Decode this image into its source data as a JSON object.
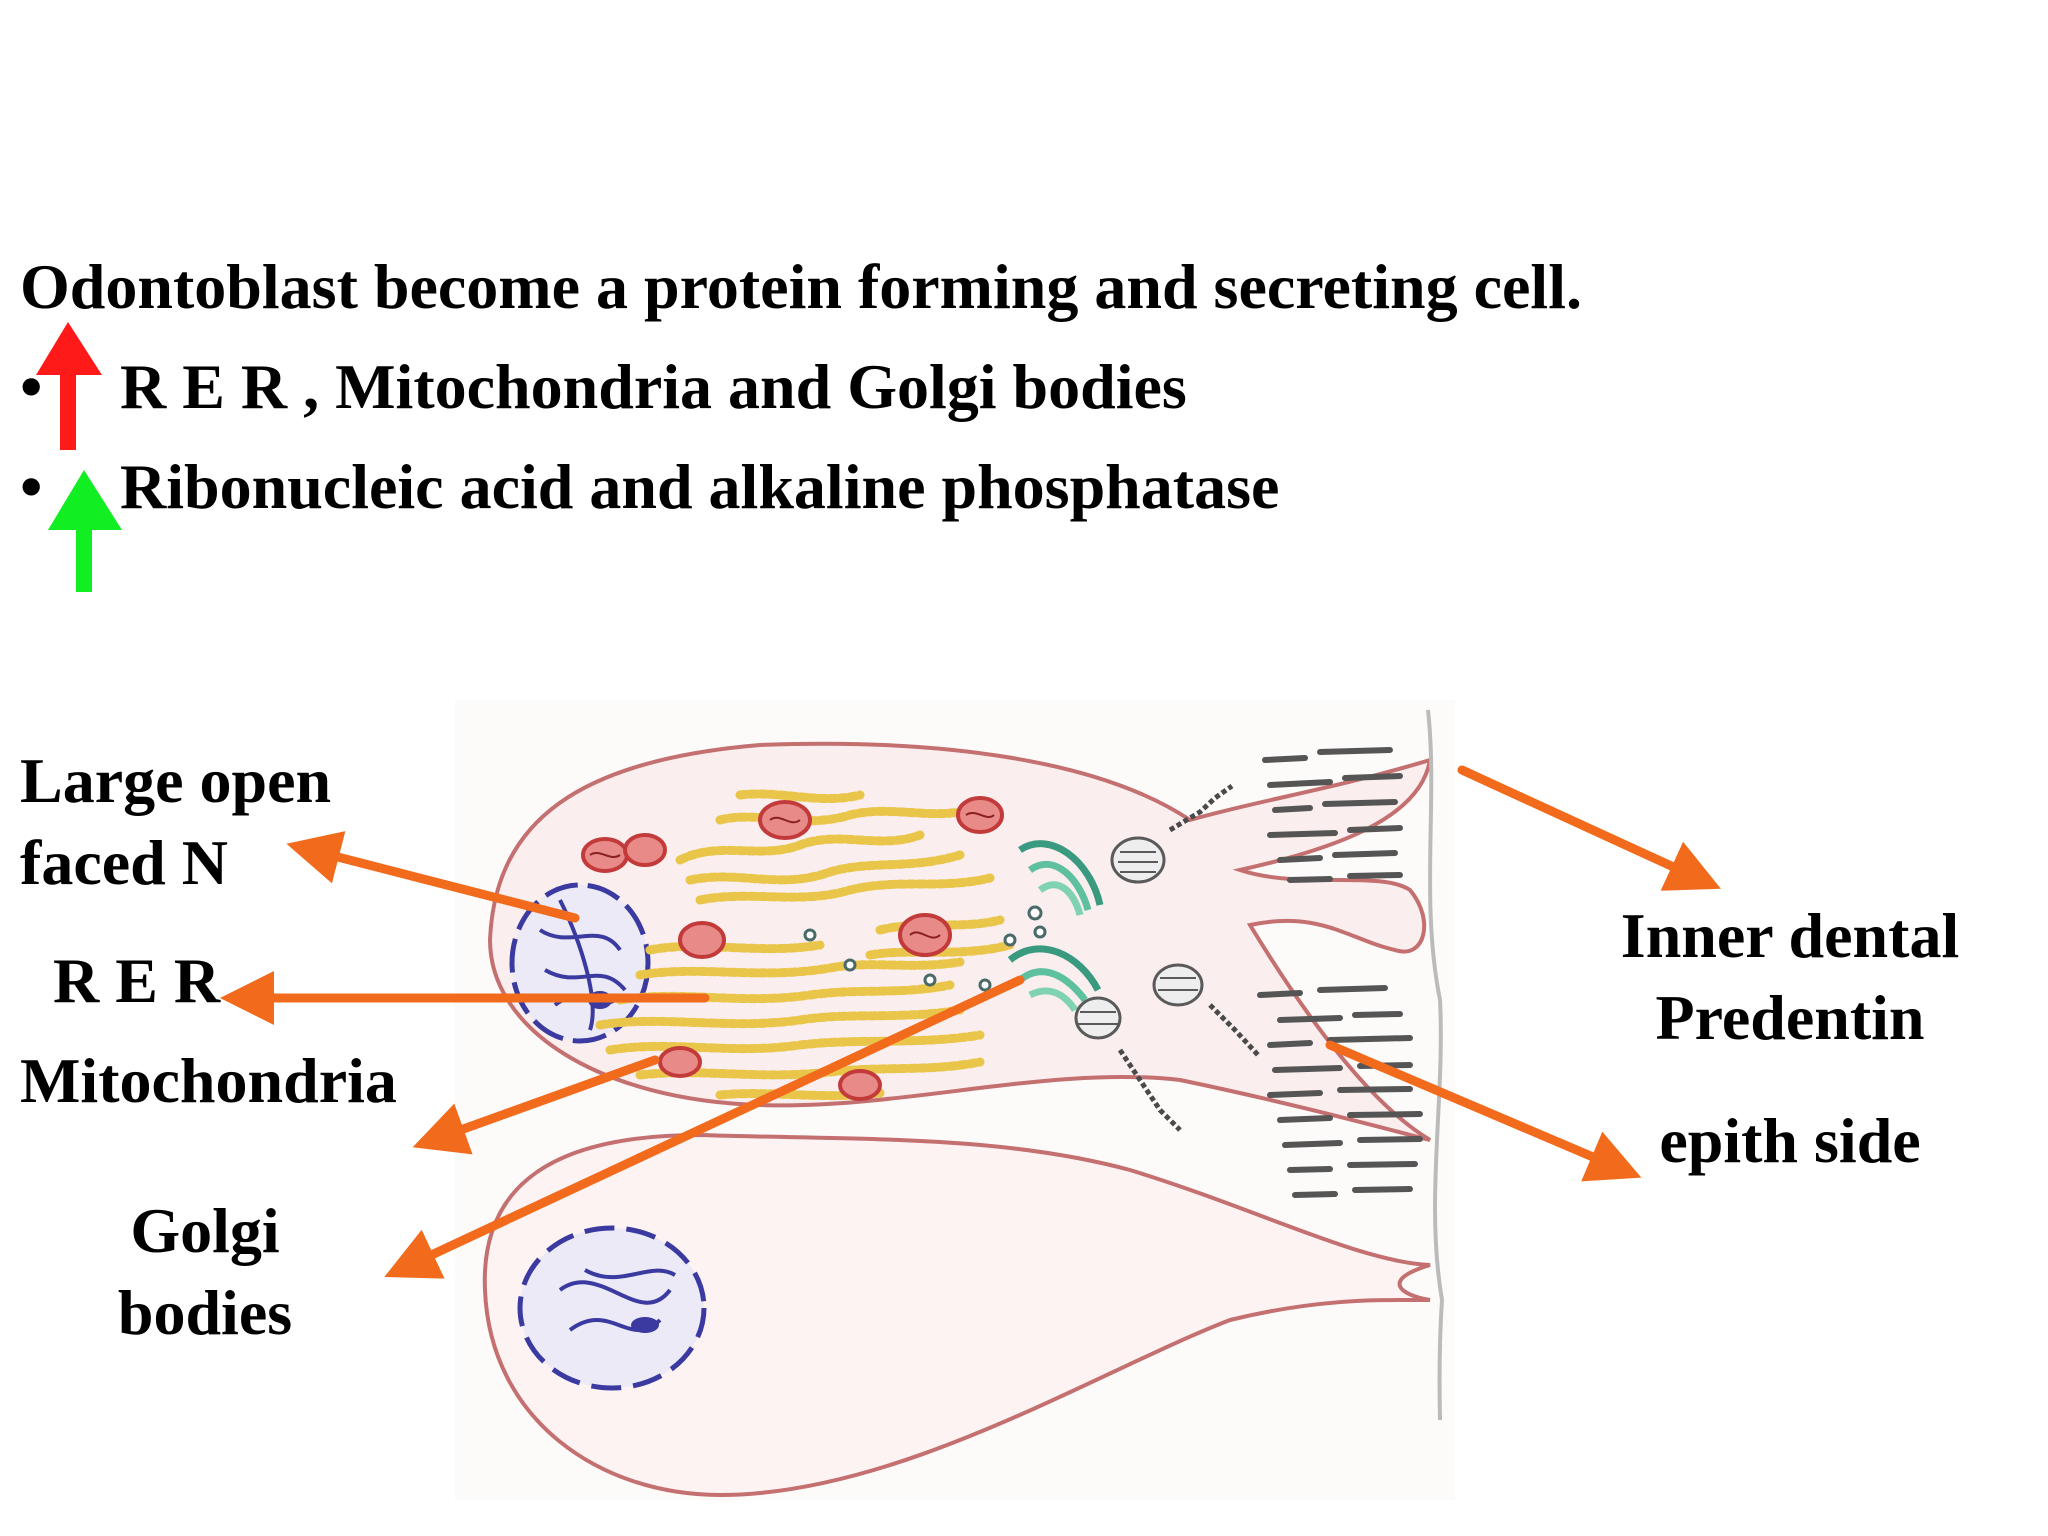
{
  "heading": "Odontoblast become a protein forming and secreting cell.",
  "bullets": [
    {
      "marker": "•",
      "text": "R E R , Mitochondria and Golgi bodies",
      "arrow_color": "#ff1a1a"
    },
    {
      "marker": "•",
      "text": "Ribonucleic acid and alkaline phosphatase",
      "arrow_color": "#11ee22"
    }
  ],
  "labels": {
    "nucleus_line1": "Large open",
    "nucleus_line2": "faced N",
    "rer": "R E R",
    "mitochondria": "Mitochondria",
    "golgi_line1": "Golgi",
    "golgi_line2": "bodies",
    "inner_dental": "Inner dental",
    "predentin": "Predentin",
    "epith_side": "epith side"
  },
  "colors": {
    "pointer_arrow": "#f26b1d",
    "cell_outline": "#c47070",
    "cell_fill": "#fbeeee",
    "rer": "#e9c64a",
    "mitochondria": "#d9534f",
    "golgi": "#5fc0a0",
    "nucleus": "#3a3aa0"
  }
}
